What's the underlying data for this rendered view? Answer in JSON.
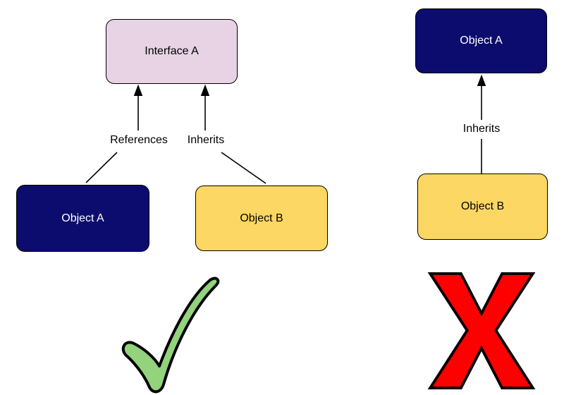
{
  "diagram": {
    "background": "#ffffff",
    "connector_color": "#000000",
    "left": {
      "interface_a": {
        "label": "Interface A",
        "fill": "#e7d3e4",
        "text_color": "#000000"
      },
      "object_a": {
        "label": "Object A",
        "fill": "#0c0c6e",
        "text_color": "#ffffff"
      },
      "object_b": {
        "label": "Object B",
        "fill": "#fdd763",
        "text_color": "#000000"
      },
      "edge_references": {
        "label": "References"
      },
      "edge_inherits": {
        "label": "Inherits"
      },
      "verdict": {
        "icon": "check-icon",
        "color": "#92d37c"
      }
    },
    "right": {
      "object_a": {
        "label": "Object A",
        "fill": "#0c0c6e",
        "text_color": "#ffffff"
      },
      "object_b": {
        "label": "Object B",
        "fill": "#fdd763",
        "text_color": "#000000"
      },
      "edge_inherits": {
        "label": "Inherits"
      },
      "verdict": {
        "icon": "x-icon",
        "color": "#fe0000"
      }
    }
  }
}
